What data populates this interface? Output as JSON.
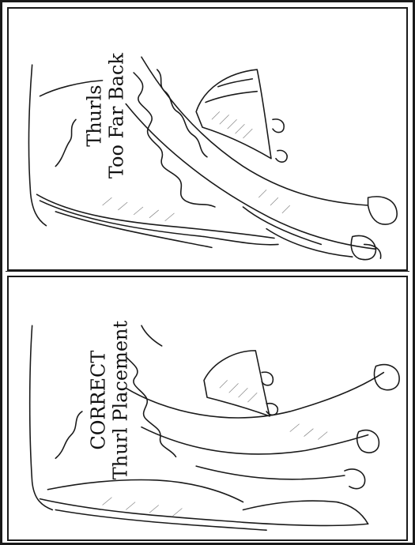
{
  "panels": [
    {
      "title_lines": [
        "Thurls",
        "Too Far Back"
      ]
    },
    {
      "title_lines": [
        "CORRECT",
        "Thurl Placement"
      ]
    }
  ],
  "colors": {
    "ink": "#1a1a1a",
    "paper": "#ffffff"
  },
  "icons": [
    "cow-hindquarter-illustration",
    "udder-illustration"
  ]
}
